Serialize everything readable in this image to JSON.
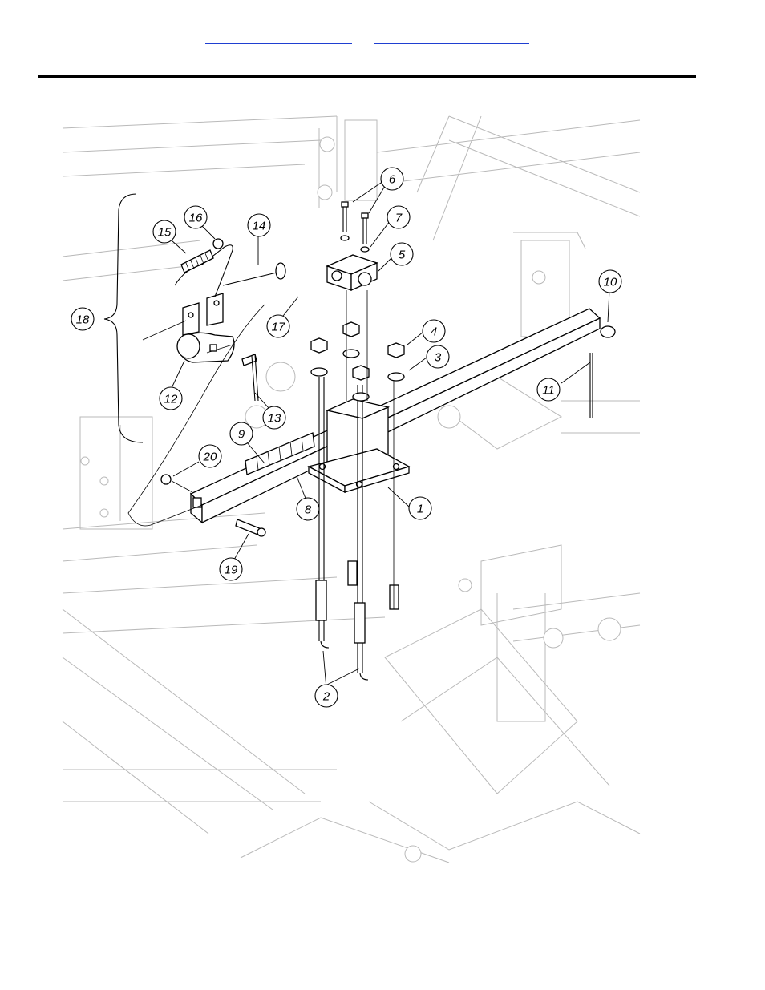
{
  "header": {
    "links": [
      {
        "label": ""
      },
      {
        "label": ""
      }
    ]
  },
  "diagram": {
    "callouts": [
      {
        "n": "1"
      },
      {
        "n": "2"
      },
      {
        "n": "3"
      },
      {
        "n": "4"
      },
      {
        "n": "5"
      },
      {
        "n": "6"
      },
      {
        "n": "7"
      },
      {
        "n": "8"
      },
      {
        "n": "9"
      },
      {
        "n": "10"
      },
      {
        "n": "11"
      },
      {
        "n": "12"
      },
      {
        "n": "13"
      },
      {
        "n": "14"
      },
      {
        "n": "15"
      },
      {
        "n": "16"
      },
      {
        "n": "17"
      },
      {
        "n": "18"
      },
      {
        "n": "19"
      },
      {
        "n": "20"
      }
    ]
  },
  "colors": {
    "link": "#1f3fd1",
    "rule": "#000000",
    "background_drawing": "#b9b9b9"
  }
}
